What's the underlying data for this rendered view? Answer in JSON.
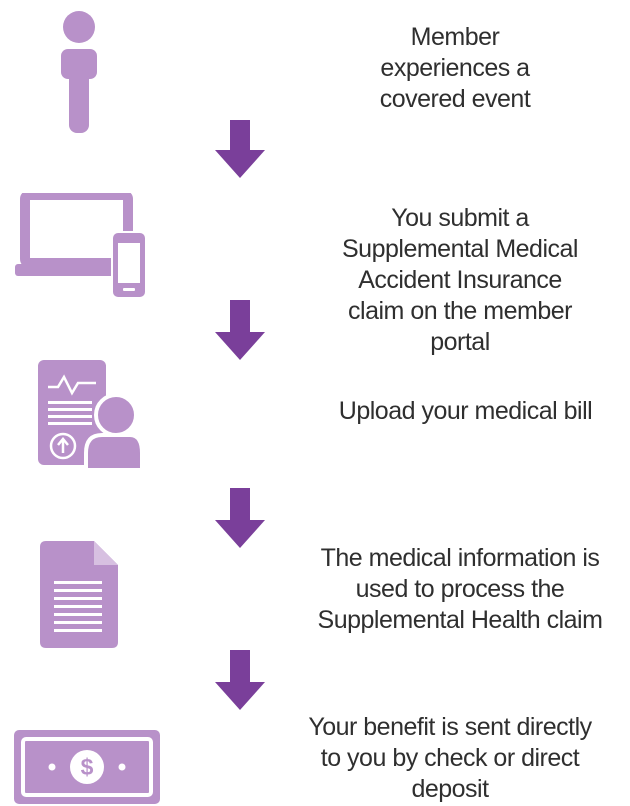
{
  "colors": {
    "icon": "#b891c9",
    "arrow": "#7a3f9a",
    "text": "#2f2f2f",
    "background": "#ffffff"
  },
  "steps": [
    {
      "icon": "person-icon",
      "text": "Member experiences a covered event"
    },
    {
      "icon": "laptop-phone-icon",
      "text": "You submit a Supplemental Medical Accident Insurance claim on the member portal"
    },
    {
      "icon": "document-upload-person-icon",
      "text": "Upload your medical bill"
    },
    {
      "icon": "document-icon",
      "text": "The medical information is used to process the Supplemental Health claim"
    },
    {
      "icon": "money-bill-icon",
      "text": "Your benefit is sent directly to you by check or direct deposit"
    }
  ]
}
